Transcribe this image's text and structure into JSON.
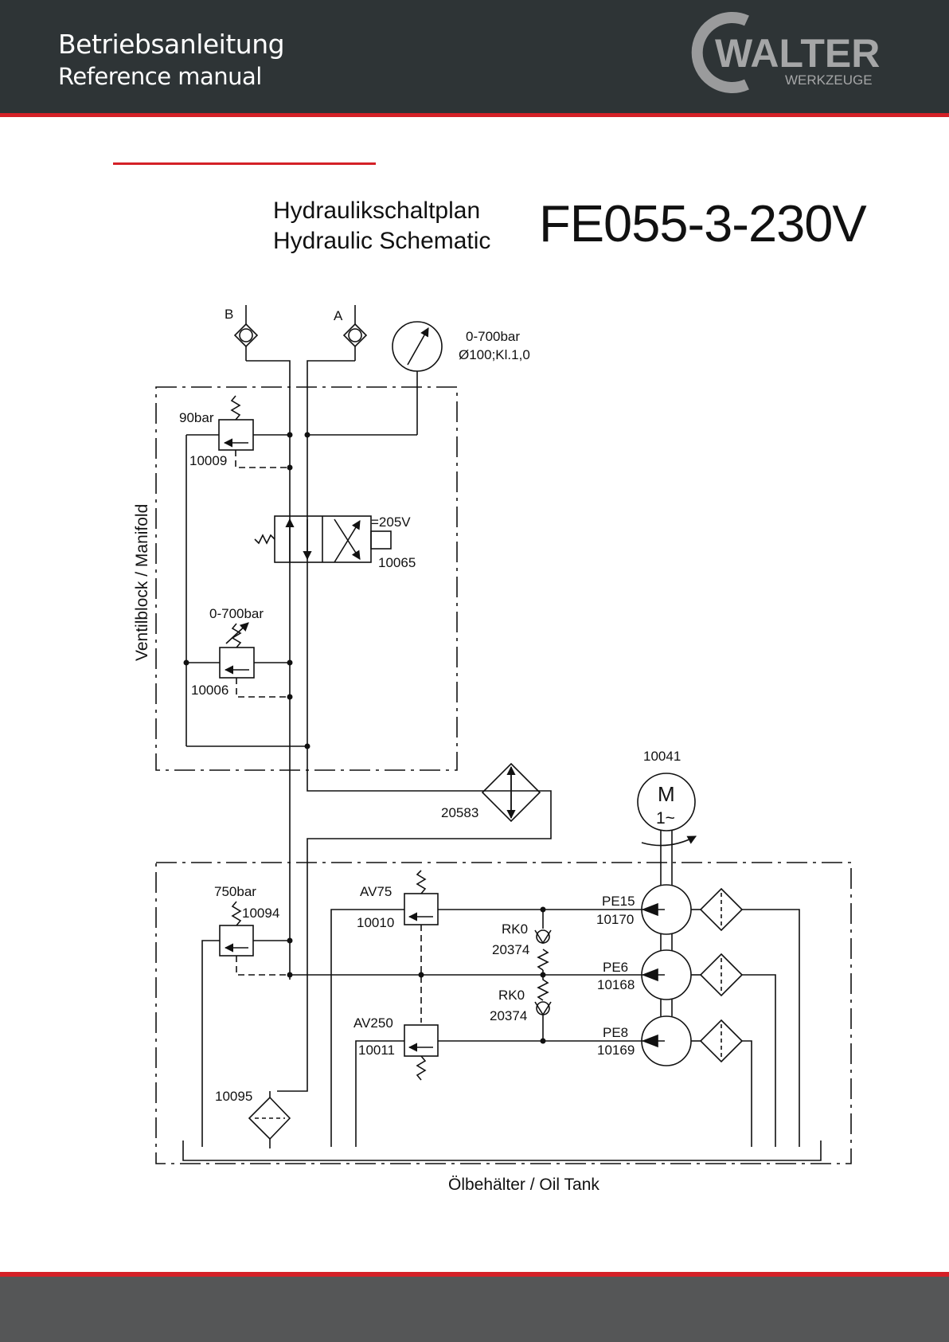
{
  "header": {
    "title_de": "Betriebsanleitung",
    "title_en": "Reference manual",
    "logo_text": "WALTER",
    "logo_subtext": "WERKZEUGE",
    "background_color": "#2e3436",
    "accent_color": "#d42027"
  },
  "document": {
    "title_de": "Hydraulikschaltplan",
    "title_en": "Hydraulic Schematic",
    "model": "FE055-3-230V"
  },
  "schematic": {
    "port_b": "B",
    "port_a": "A",
    "gauge_range": "0-700bar",
    "gauge_spec": "Ø100;Kl.1,0",
    "manifold_label": "Ventilblock / Manifold",
    "relief_valve_top_pressure": "90bar",
    "relief_valve_top_id": "10009",
    "directional_valve_voltage": "=205V",
    "directional_valve_id": "10065",
    "adjustable_relief_range": "0-700bar",
    "adjustable_relief_id": "10006",
    "motor_id": "10041",
    "motor_symbol": "M",
    "motor_phase": "1~",
    "cooler_id": "20583",
    "tank_relief_pressure": "750bar",
    "tank_relief_id": "10094",
    "filter_id": "10095",
    "valve_av75_label": "AV75",
    "valve_av75_id": "10010",
    "valve_av250_label": "AV250",
    "valve_av250_id": "10011",
    "check_valve_1_label": "RK0",
    "check_valve_1_id": "20374",
    "check_valve_2_label": "RK0",
    "check_valve_2_id": "20374",
    "pump_pe15_label": "PE15",
    "pump_pe15_id": "10170",
    "pump_pe6_label": "PE6",
    "pump_pe6_id": "10168",
    "pump_pe8_label": "PE8",
    "pump_pe8_id": "10169",
    "tank_label": "Ölbehälter / Oil Tank"
  },
  "footer": {
    "background_color": "#555657"
  }
}
